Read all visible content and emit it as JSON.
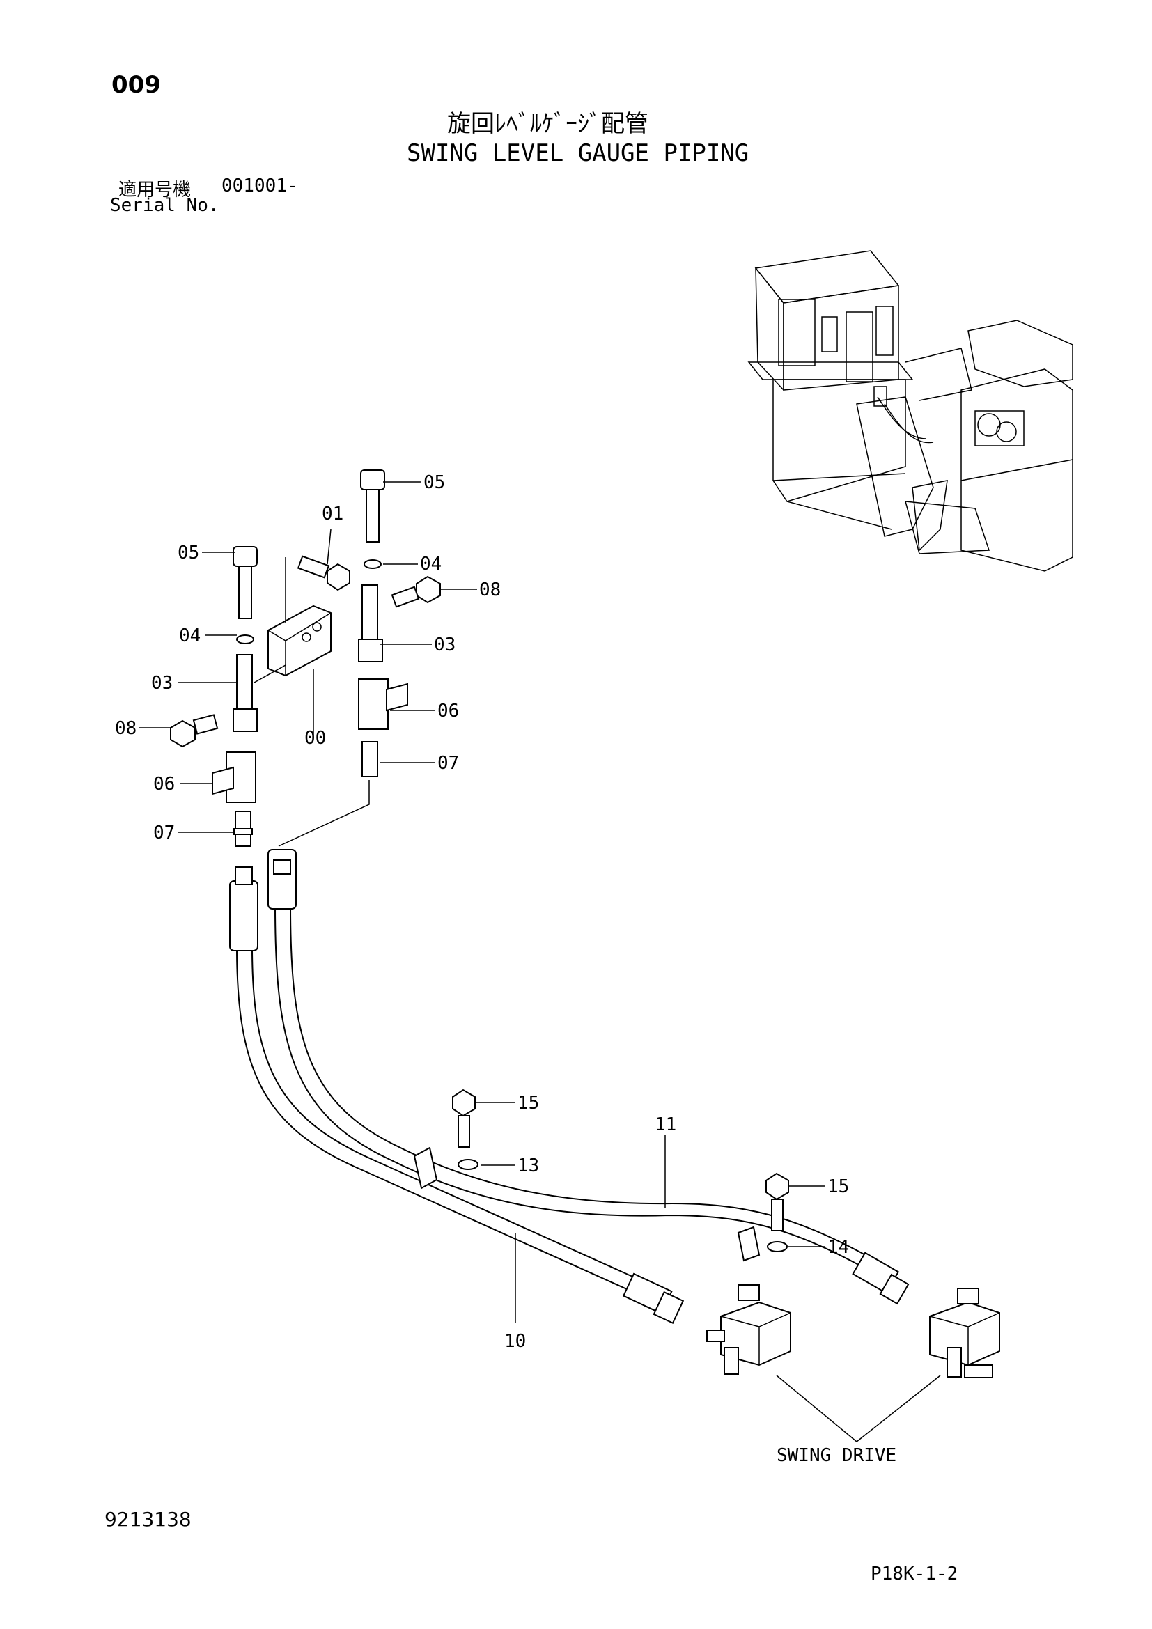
{
  "header": {
    "page_number": "009",
    "title_jp": "旋回ﾚﾍﾞﾙｹﾞｰｼﾞ配管",
    "title_en": "SWING LEVEL GAUGE PIPING",
    "serial_label_jp": "適用号機",
    "serial_value": "001001-",
    "serial_label_en": "Serial No."
  },
  "callouts": {
    "c00": "00",
    "c01": "01",
    "c03a": "03",
    "c03b": "03",
    "c04a": "04",
    "c04b": "04",
    "c05a": "05",
    "c05b": "05",
    "c06a": "06",
    "c06b": "06",
    "c07a": "07",
    "c07b": "07",
    "c08a": "08",
    "c08b": "08",
    "c10": "10",
    "c11": "11",
    "c13": "13",
    "c14": "14",
    "c15a": "15",
    "c15b": "15"
  },
  "swing_drive_label": "SWING DRIVE",
  "footer": {
    "doc_number": "9213138",
    "page_code": "P18K-1-2"
  }
}
